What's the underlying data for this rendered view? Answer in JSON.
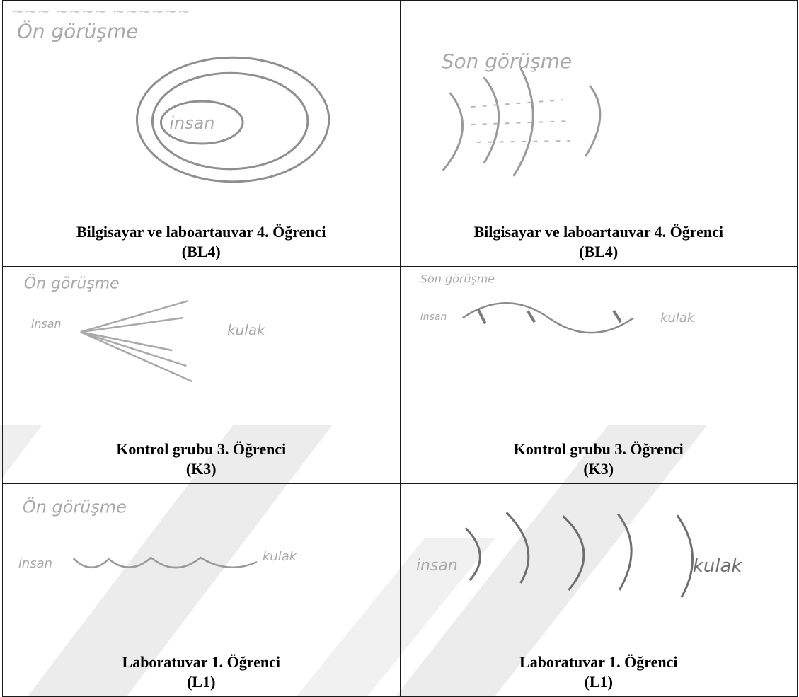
{
  "cells": [
    {
      "heading": "Ön görüşme",
      "scrawl": "",
      "word_left": "insan",
      "word_right": "",
      "caption_line1": "Bilgisayar ve laboartauvar 4. Öğrenci",
      "caption_line2": "(BL4)"
    },
    {
      "heading": "Son görüşme",
      "word_left": "",
      "word_right": "",
      "caption_line1": "Bilgisayar ve laboartauvar 4. Öğrenci",
      "caption_line2": "(BL4)"
    },
    {
      "heading": "Ön görüşme",
      "word_left": "insan",
      "word_right": "kulak",
      "caption_line1": "Kontrol grubu 3. Öğrenci",
      "caption_line2": "(K3)"
    },
    {
      "heading": "Son görüşme",
      "word_left": "insan",
      "word_right": "kulak",
      "caption_line1": "Kontrol grubu 3. Öğrenci",
      "caption_line2": "(K3)"
    },
    {
      "heading": "Ön görüşme",
      "word_left": "insan",
      "word_right": "kulak",
      "caption_line1": "Laboratuvar 1. Öğrenci",
      "caption_line2": "(L1)"
    },
    {
      "heading": "",
      "word_left": "insan",
      "word_right": "kulak",
      "caption_line1": "Laboratuvar 1. Öğrenci",
      "caption_line2": "(L1)"
    }
  ],
  "colors": {
    "pencil": "#a9a9a9",
    "watermark": "#e8e8e8",
    "border": "#1a1a1a"
  }
}
